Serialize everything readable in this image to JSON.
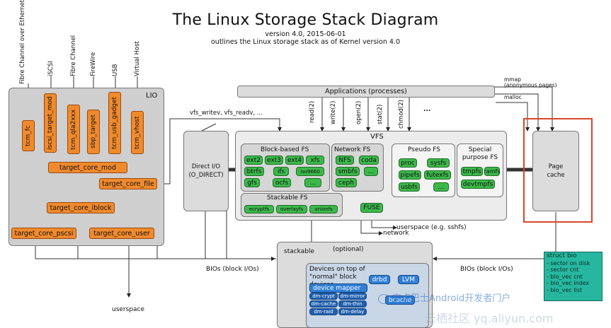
{
  "header": {
    "title": "The Linux Storage Stack Diagram",
    "version": "version 4.0, 2015-06-01",
    "outline": "outlines the Linux storage stack as of Kernel version 4.0"
  },
  "lio": {
    "label": "LIO",
    "transports": [
      "Fibre Channel over Ethernet",
      "iSCSI",
      "Fibre Channel",
      "FireWire",
      "USB",
      "Virtual Host"
    ],
    "fabric_modules": [
      "tcm_fc",
      "iscsi_target_mod",
      "tcm_qla2xxx",
      "sbp_target",
      "tcm_usb_gadget",
      "tcm_vhost"
    ],
    "core": "target_core_mod",
    "backends": [
      "target_core_file",
      "target_core_iblock",
      "target_core_pscsi",
      "target_core_user"
    ]
  },
  "syscalls": {
    "vfs_calls": "vfs_writev, vfs_readv, ...",
    "read": "read(2)",
    "write": "write(2)",
    "open": "open(2)",
    "stat": "stat(2)",
    "chmod": "chmod(2)",
    "more": "...",
    "mmap": "mmap",
    "anon": "(anonymous pages)",
    "malloc": "malloc"
  },
  "applications": "Applications (processes)",
  "direct_io": {
    "line1": "Direct I/O",
    "line2": "(O_DIRECT)"
  },
  "vfs": {
    "label": "VFS",
    "block_based": {
      "label": "Block-based FS",
      "items": [
        "ext2",
        "ext3",
        "ext4",
        "xfs",
        "btrfs",
        "ifs",
        "iso9660",
        "gfs",
        "ocfs",
        "..."
      ]
    },
    "network": {
      "label": "Network FS",
      "items": [
        "NFS",
        "coda",
        "smbfs",
        "...",
        "ceph"
      ]
    },
    "stackable": {
      "label": "Stackable FS",
      "items": [
        "ecryptfs",
        "overlayfs",
        "unionfs"
      ]
    },
    "pseudo": {
      "label": "Pseudo FS",
      "items": [
        "proc",
        "sysfs",
        "pipefs",
        "futexfs",
        "usbfs",
        "..."
      ]
    },
    "special": {
      "label": "Special purpose FS",
      "items": [
        "tmpfs",
        "ramfs",
        "devtmpfs"
      ]
    },
    "fuse": "FUSE"
  },
  "page_cache": "Page cache",
  "userspace_sshfs": "userspace (e.g. sshfs)",
  "network": "network",
  "bios_left": "BIOs (block I/Os)",
  "bios_right": "BIOs (block I/Os)",
  "userspace": "userspace",
  "block_layer": {
    "stackable": "stackable",
    "optional": "(optional)",
    "devices_label": "Devices on top of \"normal\" block devices",
    "drbd": "drbd",
    "lvm": "LVM",
    "device_mapper": "device mapper",
    "dm_items": [
      "dm-crypt",
      "dm-mirror",
      "dm-cache",
      "dm-thin",
      "dm-raid",
      "dm-delay"
    ],
    "bcache": "bcache"
  },
  "struct_bio": {
    "title": "struct bio",
    "lines": [
      "- sector on disk",
      "- sector cnt",
      "- bio_vec cnt",
      "- bio_vec index",
      "- bio_vec list"
    ]
  },
  "watermark": {
    "line1": "安卓巴士Android开发者门户",
    "line2": "云栖社区 yq.aliyun.com"
  },
  "colors": {
    "orange": "#f08a2c",
    "green": "#3cb84a",
    "blue": "#2f7fd6",
    "teal": "#27b7a0",
    "highlight": "#d9452b"
  }
}
